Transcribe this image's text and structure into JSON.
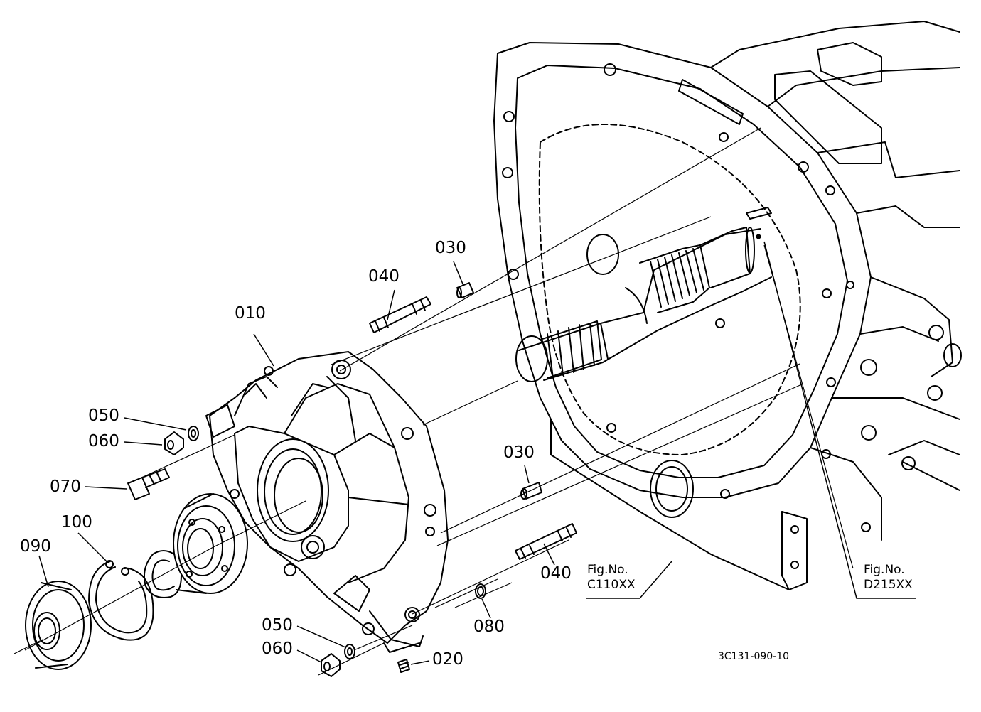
{
  "callouts": {
    "p010": "010",
    "p020": "020",
    "p030a": "030",
    "p030b": "030",
    "p040a": "040",
    "p040b": "040",
    "p050a": "050",
    "p050b": "050",
    "p060a": "060",
    "p060b": "060",
    "p070": "070",
    "p080": "080",
    "p090": "090",
    "p100": "100"
  },
  "figure_refs": {
    "c110": {
      "label": "Fig.No.",
      "code": "C110XX"
    },
    "d215": {
      "label": "Fig.No.",
      "code": "D215XX"
    }
  },
  "footer_code": "3C131-090-10"
}
